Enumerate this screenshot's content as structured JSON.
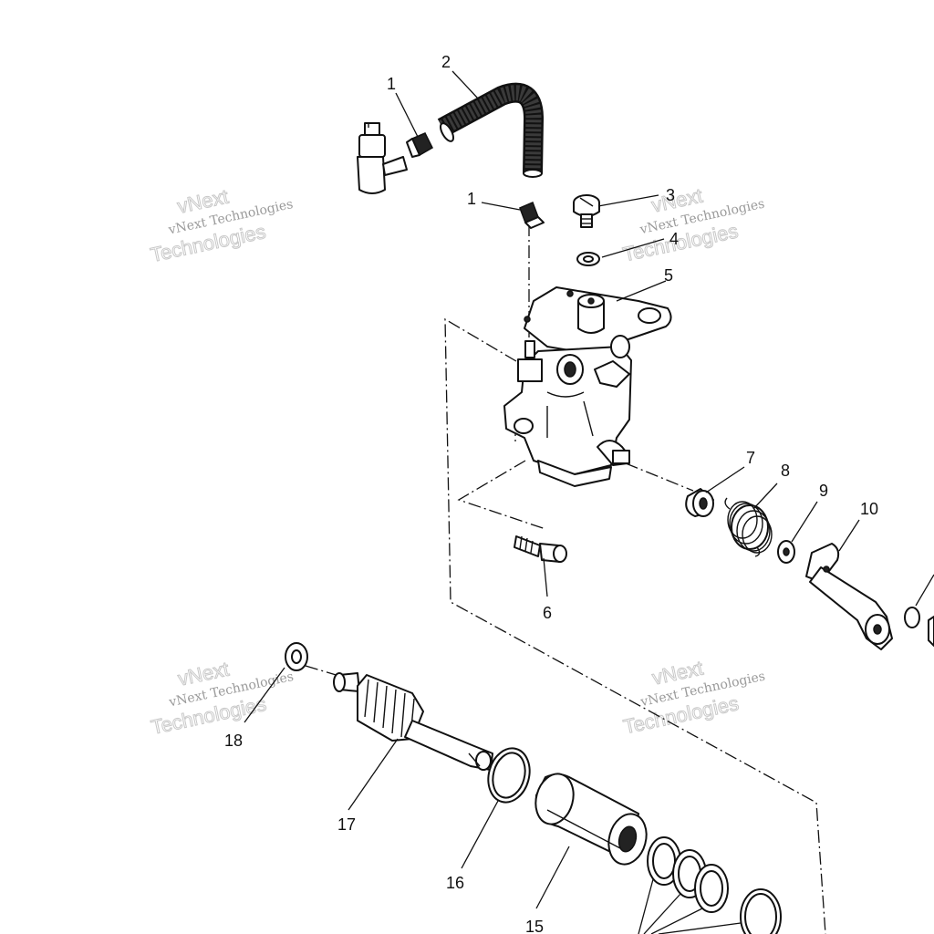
{
  "callouts": {
    "c1a": "1",
    "c1b": "1",
    "c2": "2",
    "c3": "3",
    "c4": "4",
    "c5": "5",
    "c6": "6",
    "c7": "7",
    "c8": "8",
    "c9": "9",
    "c10": "10",
    "c15": "15",
    "c16": "16",
    "c17": "17",
    "c18": "18"
  },
  "watermark": {
    "big1": "vNext",
    "small": "vNext Technologies",
    "big2": "Technologies"
  },
  "colors": {
    "ink": "#111111",
    "watermark": "#c8c8c8",
    "background": "#ffffff"
  }
}
